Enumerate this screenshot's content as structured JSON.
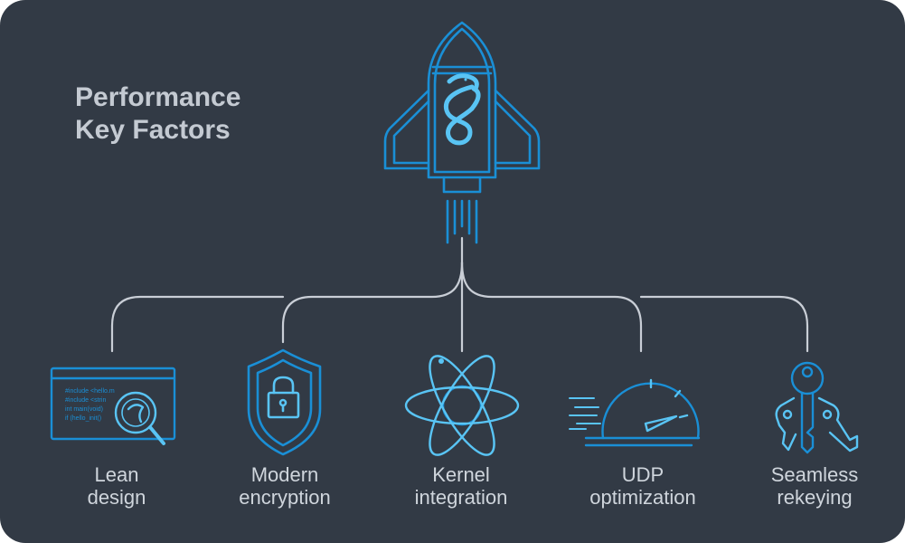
{
  "title": {
    "line1": "Performance",
    "line2": "Key Factors"
  },
  "colors": {
    "background": "#323a45",
    "icon_blue": "#1a8fd6",
    "icon_light": "#59c4f4",
    "connector": "#c9ced6",
    "text": "#cfd5dc"
  },
  "root": {
    "icon": "rocket-icon",
    "logo": "dragon-logo-icon"
  },
  "factors": [
    {
      "id": "lean-design",
      "icon": "code-magnifier-icon",
      "line1": "Lean",
      "line2": "design"
    },
    {
      "id": "modern-encryption",
      "icon": "shield-lock-icon",
      "line1": "Modern",
      "line2": "encryption"
    },
    {
      "id": "kernel-integration",
      "icon": "atom-icon",
      "line1": "Kernel",
      "line2": "integration"
    },
    {
      "id": "udp-optimization",
      "icon": "speedometer-icon",
      "line1": "UDP",
      "line2": "optimization"
    },
    {
      "id": "seamless-rekeying",
      "icon": "keys-icon",
      "line1": "Seamless",
      "line2": "rekeying"
    }
  ],
  "code_snippet": {
    "line1": "#include <hello.m",
    "line2": "#include <strin",
    "line3": "int main(void)",
    "line4": "if (hello_init()"
  }
}
